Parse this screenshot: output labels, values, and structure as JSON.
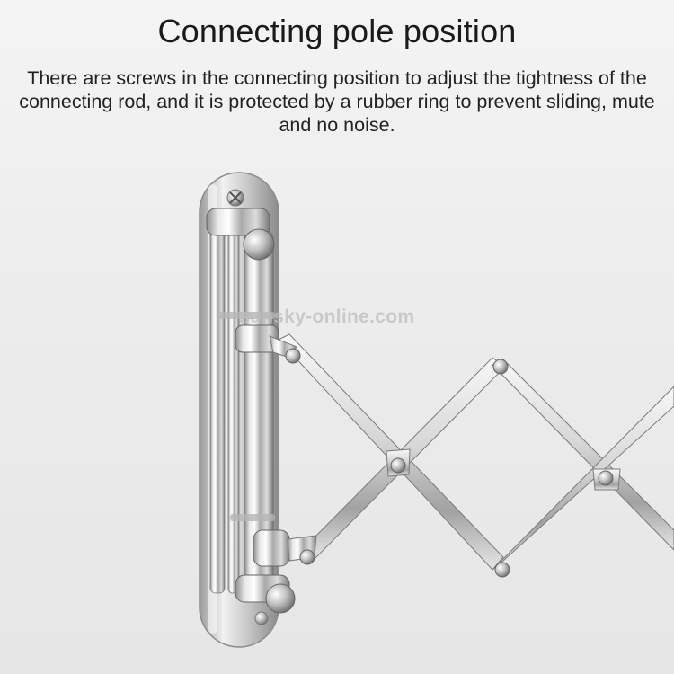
{
  "heading": {
    "title": "Connecting pole position",
    "description": "There are screws in the connecting position to adjust the tightness of the connecting rod, and it is protected by a rubber ring to prevent sliding, mute and no noise."
  },
  "watermark": "sunsky-online.com",
  "colors": {
    "background": "#ececec",
    "text": "#1a1a1a",
    "metal": "#c8c8c8"
  }
}
